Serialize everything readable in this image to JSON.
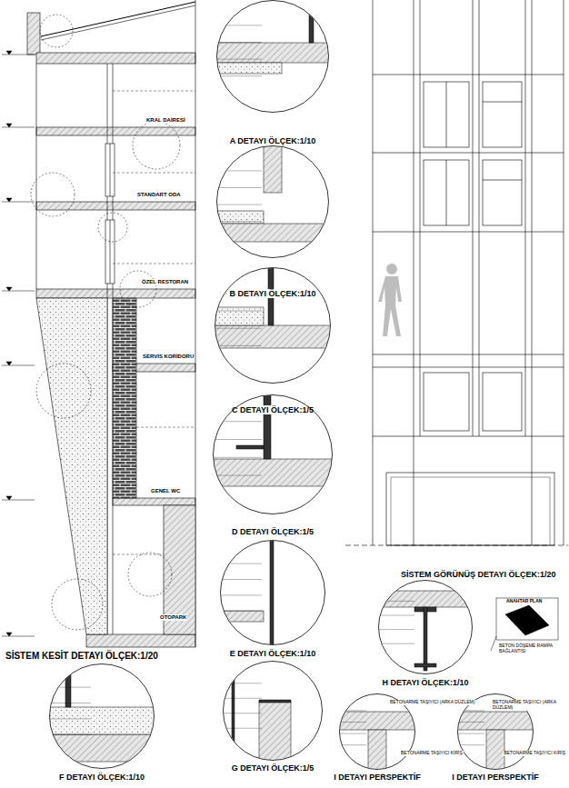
{
  "diagram": {
    "nodes": [
      {
        "text": [
          "A DETAYI ÖLÇEK:1/10"
        ]
      },
      {
        "text": [
          "B DETAYI ÖLÇEK:1/10"
        ]
      },
      {
        "text": [
          "C DETAYI ÖLÇEK:1/5"
        ]
      },
      {
        "text": [
          "D DETAYI ÖLÇEK:1/5"
        ]
      },
      {
        "text": [
          "E DETAYI ÖLÇEK:1/10"
        ]
      },
      {
        "text": [
          "H DETAYI ÖLÇEK:1/10"
        ]
      },
      {
        "text": [
          "F DETAYI ÖLÇEK:1/10"
        ]
      },
      {
        "text": [
          "G DETAYI ÖLÇEK:1/5"
        ]
      },
      {
        "text": [
          "I DETAYI PERSPEKTİF"
        ]
      },
      {
        "text": [
          "I DETAYI PERSPEKTİF"
        ]
      }
    ],
    "labels": [
      "SİSTEM KESİT DETAYI ÖLÇEK:1/20",
      "SİSTEM GÖRÜNÜŞ DETAYI ÖLÇEK:1/20",
      "ANAHTAR PLAN",
      "BETON DÖŞEME RAMPA BAĞLANTISI",
      "KRAL DAİRESİ",
      "STANDART ODA",
      "ÖZEL RESTORAN",
      "SERVİS KORİDORU",
      "GENEL WC",
      "OTOPARK",
      "BETONARME TAŞIYICI (ARKA DÜZLEM)",
      "BETONARME TAŞIYICI KİRİŞ",
      "BETONARME TAŞIYICI (ARKA DÜZLEM)",
      "BETONARME TAŞIYICI KİRİŞ"
    ]
  }
}
